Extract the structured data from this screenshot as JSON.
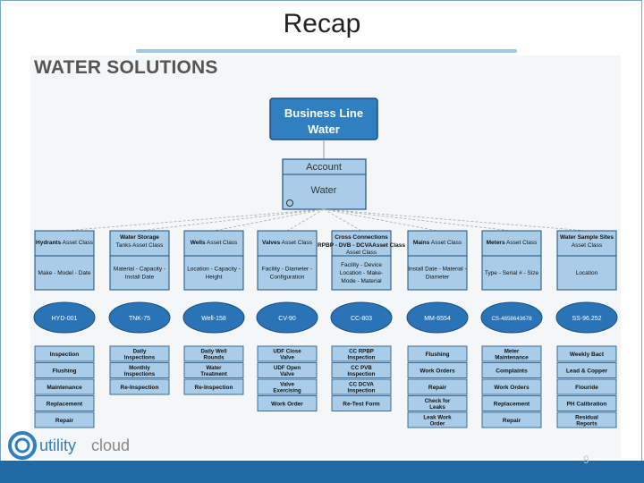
{
  "slide": {
    "title": "Recap",
    "page_number": "9"
  },
  "diagram": {
    "heading": "WATER SOLUTIONS",
    "business_line": {
      "line1": "Business Line",
      "line2": "Water"
    },
    "account": {
      "label": "Account",
      "value": "Water"
    },
    "asset_classes": [
      {
        "name": "Hydrants",
        "suffix": " Asset Class",
        "attrs": [
          "Make - Model - Date"
        ],
        "asset": "HYD-001",
        "tasks": [
          "Inspection",
          "Flushing",
          "Maintenance",
          "Replacement",
          "Repair"
        ]
      },
      {
        "name": "Water Storage",
        "name2": "Tanks",
        "suffix": " Asset Class",
        "attrs": [
          "Material - Capacity -",
          "Install Date"
        ],
        "asset": "TNK-75",
        "tasks": [
          "Daily|Inspections",
          "Monthly|Inspections",
          "Re-Inspection"
        ]
      },
      {
        "name": "Wells",
        "suffix": " Asset Class",
        "attrs": [
          "Location - Capacity -",
          "Height"
        ],
        "asset": "Well-158",
        "tasks": [
          "Daily Well|Rounds",
          "Water|Treatment",
          "Re-Inspection"
        ]
      },
      {
        "name": "Valves",
        "suffix": " Asset Class",
        "attrs": [
          "Facility - Diameter -",
          "Configuration"
        ],
        "asset": "CV-90",
        "tasks": [
          "UDF Close|Valve",
          "UDF Open|Valve",
          "Valve|Exercising",
          "Work Order"
        ]
      },
      {
        "name": "Cross Connections",
        "name2": "RPBP - DVB - DCVA",
        "suffix": "Asset Class",
        "attrs": [
          "Facility - Device",
          "Location - Make-",
          "Mode - Material"
        ],
        "asset": "CC-803",
        "tasks": [
          "CC RPBP|Inspection",
          "CC PVB|Inspection",
          "CC DCVA|Inspection",
          "Re-Test Form"
        ]
      },
      {
        "name": "Mains",
        "suffix": " Asset Class",
        "attrs": [
          "Install Date - Material -",
          "Diameter"
        ],
        "asset": "MM-6554",
        "tasks": [
          "Flushing",
          "Work Orders",
          "Repair",
          "Check for|Leaks",
          "Leak Work|Order"
        ]
      },
      {
        "name": "Meters",
        "suffix": " Asset Class",
        "attrs": [
          "Type - Serial # - Size"
        ],
        "asset": "CS-4858643678",
        "tasks": [
          "Meter|Maintenance",
          "Complaints",
          "Work Orders",
          "Replacement",
          "Repair"
        ]
      },
      {
        "name": "Water Sample Sites",
        "name2": "Asset Class",
        "suffix": "",
        "attrs": [
          "Location"
        ],
        "asset": "SS-96.252",
        "tasks": [
          "Weekly Bact",
          "Lead & Copper",
          "Flouride",
          "PH Calibration",
          "Residual|Reports"
        ]
      }
    ]
  },
  "logo": {
    "text_a": "utility",
    "text_b": "cloud"
  },
  "colors": {
    "accent": "#2f7fc1",
    "light_blue": "#a9cde8",
    "ellipse": "#2a73b6",
    "footer": "#1e6aa6"
  }
}
